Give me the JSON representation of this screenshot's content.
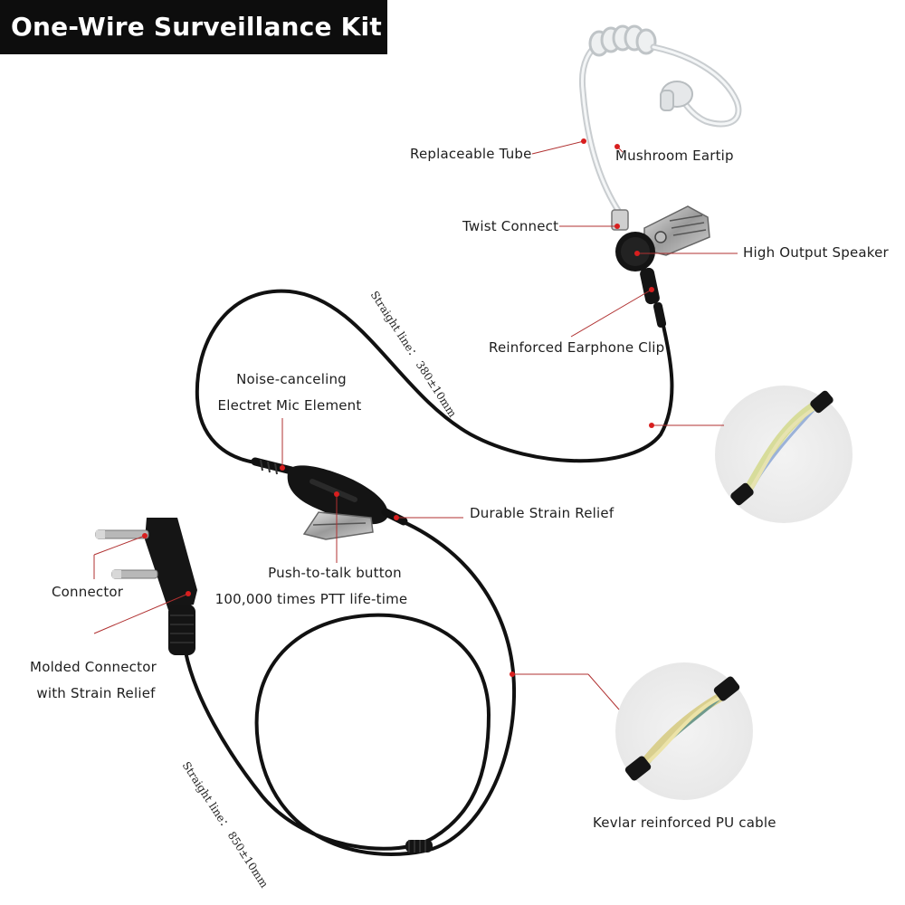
{
  "title": "One-Wire Surveillance Kit",
  "colors": {
    "cable": "#111111",
    "tube": "#d2d6d8",
    "accent_red": "#d81e1e",
    "leader_line": "#b03030",
    "title_bg": "#0d0d0d"
  },
  "labels": {
    "replaceable_tube": "Replaceable Tube",
    "mushroom_eartip": "Mushroom Eartip",
    "twist_connect": "Twist Connect",
    "high_output_speaker": "High Output Speaker",
    "reinforced_earphone_clip": "Reinforced Earphone Clip",
    "noise_canceling_line1": "Noise-canceling",
    "noise_canceling_line2": "Electret Mic Element",
    "durable_strain_relief": "Durable Strain Relief",
    "push_to_talk_line1": "Push-to-talk button",
    "push_to_talk_line2": "100,000 times PTT life-time",
    "connector": "Connector",
    "molded_connector_line1": "Molded Connector",
    "molded_connector_line2": "with Strain Relief",
    "kevlar_cable": "Kevlar reinforced PU cable",
    "straight_line_upper": "Straight line： 380±10mm",
    "straight_line_lower": "Straight line： 850±10mm"
  }
}
